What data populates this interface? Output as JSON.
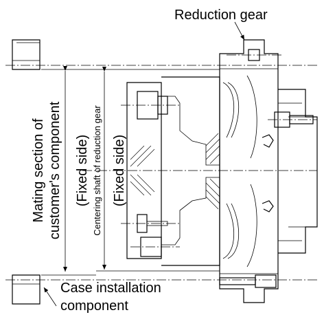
{
  "labels": {
    "reduction_gear": "Reduction gear",
    "mating_section_line1": "Mating section of",
    "mating_section_line2": "customer's component",
    "mating_fixed_side": "(Fixed side)",
    "centering_shaft": "Centering shaft of reduction gear",
    "centering_fixed_side": "(Fixed side)",
    "case_install_line1": "Case installation",
    "case_install_line2": "component"
  }
}
